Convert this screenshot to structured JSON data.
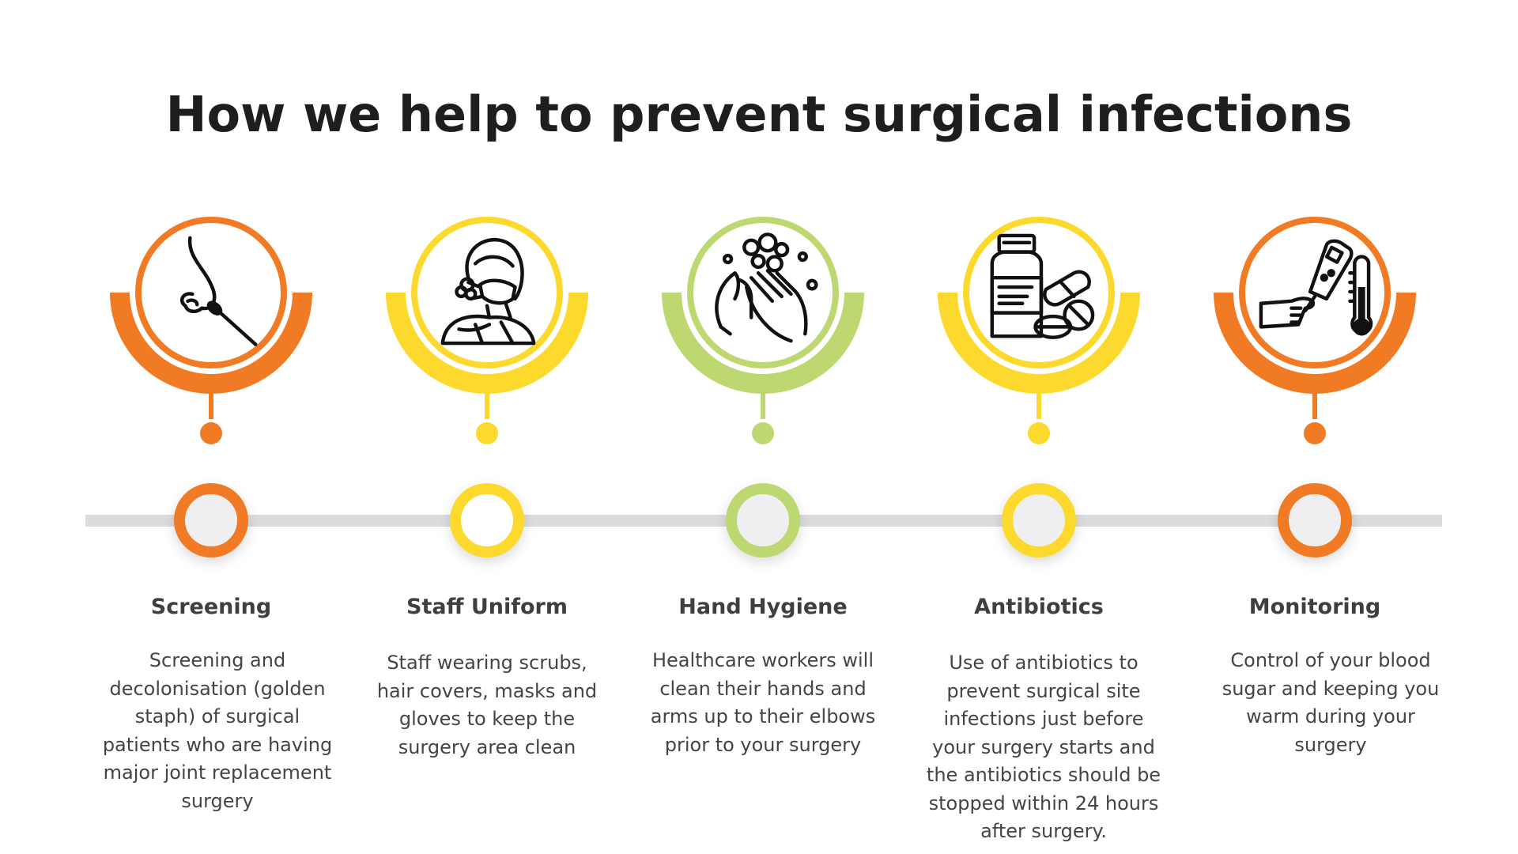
{
  "title": "How we help to prevent surgical infections",
  "colors": {
    "orange": "#f07b24",
    "yellow": "#fdd92d",
    "green": "#bdd771",
    "track": "#dcdcdc",
    "node_fill": "#efeff2"
  },
  "steps": [
    {
      "heading": "Screening",
      "description": "Screening and decolonisation (golden staph) of surgical patients who are having major joint replacement surgery",
      "color": "#f07b24",
      "icon": "nose-swab-icon"
    },
    {
      "heading": "Staff Uniform",
      "description": "Staff wearing scrubs, hair covers, masks and gloves to keep the surgery area clean",
      "color": "#fdd92d",
      "icon": "masked-nurse-icon"
    },
    {
      "heading": "Hand Hygiene",
      "description": "Healthcare workers will clean their hands and arms up to their elbows prior to your surgery",
      "color": "#bdd771",
      "icon": "hand-washing-icon"
    },
    {
      "heading": "Antibiotics",
      "description": "Use of antibiotics to prevent surgical site infections just before your surgery starts and the antibiotics should be stopped within 24 hours after surgery.",
      "color": "#fdd92d",
      "icon": "medicine-pills-icon"
    },
    {
      "heading": "Monitoring",
      "description": "Control of your blood sugar and keeping you warm during your surgery",
      "color": "#f07b24",
      "icon": "glucose-thermometer-icon"
    }
  ]
}
